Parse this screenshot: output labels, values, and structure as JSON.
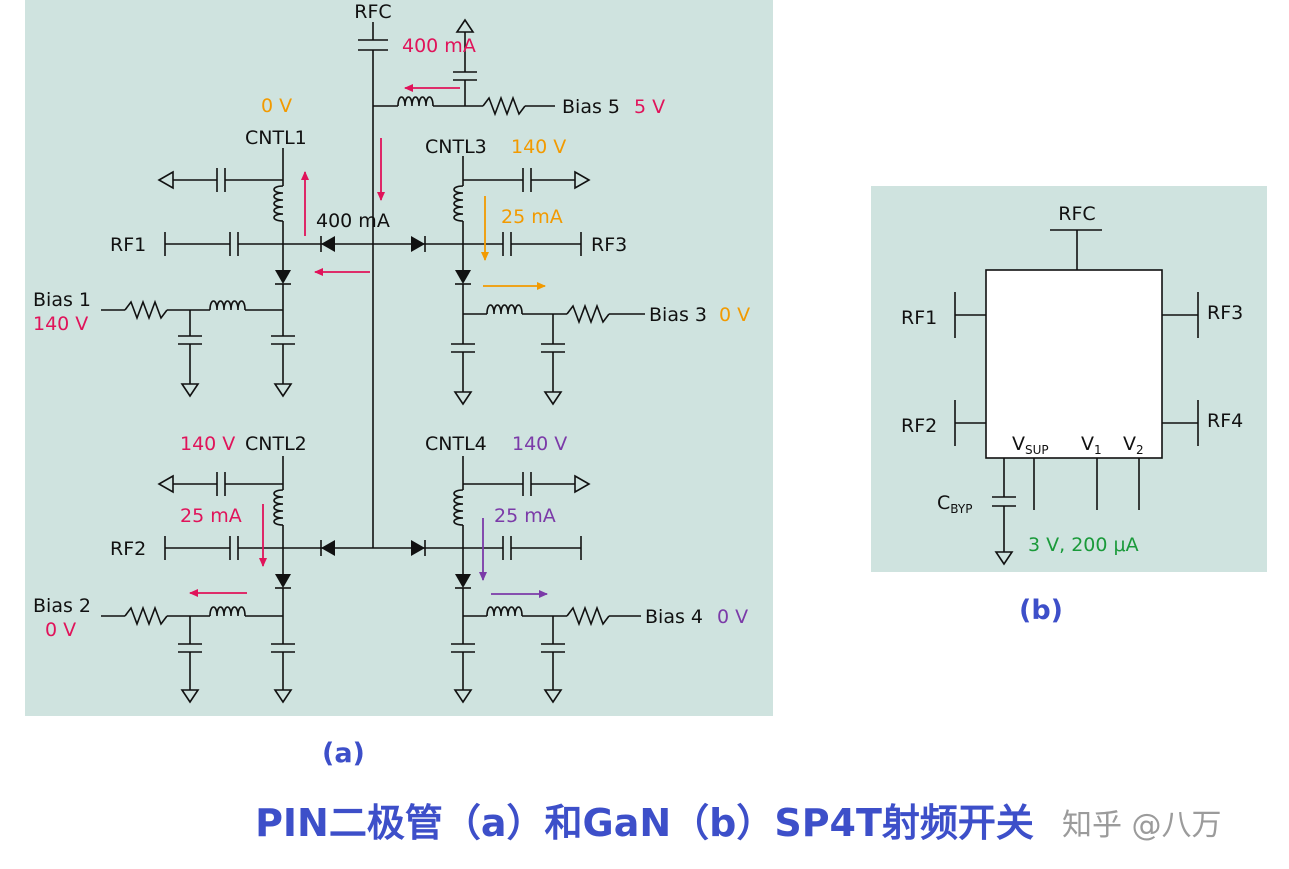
{
  "panel_a": {
    "rfc": "RFC",
    "rfc_current": "400 mA",
    "bias5": "Bias 5",
    "bias5_v": "5 V",
    "cntl1_v": "0 V",
    "cntl1": "CNTL1",
    "cntl3": "CNTL3",
    "cntl3_v": "140 V",
    "center_current": "400 mA",
    "rf3_current": "25 mA",
    "rf1": "RF1",
    "rf3": "RF3",
    "bias1": "Bias 1",
    "bias1_v": "140 V",
    "bias3": "Bias 3",
    "bias3_v": "0 V",
    "cntl2_v": "140 V",
    "cntl2": "CNTL2",
    "cntl4": "CNTL4",
    "cntl4_v": "140 V",
    "rf2_current": "25 mA",
    "rf4_current": "25 mA",
    "rf2": "RF2",
    "bias2": "Bias 2",
    "bias2_v": "0 V",
    "bias4": "Bias 4",
    "bias4_v": "0 V"
  },
  "panel_b": {
    "rfc": "RFC",
    "rf1": "RF1",
    "rf2": "RF2",
    "rf3": "RF3",
    "rf4": "RF4",
    "vsup_main": "V",
    "vsup_sub": "SUP",
    "v1_main": "V",
    "v1_sub": "1",
    "v2_main": "V",
    "v2_sub": "2",
    "cbyp_main": "C",
    "cbyp_sub": "BYP",
    "supply": "3 V, 200 μA"
  },
  "caption_a": "(a)",
  "caption_b": "(b)",
  "title": "PIN二极管（a）和GaN（b）SP4T射频开关",
  "watermark": "知乎 @八万",
  "colors": {
    "panel_bg": "#cfe3df",
    "pink": "#e0135a",
    "orange": "#f29a00",
    "purple": "#7b3aa8",
    "green": "#1a9a3a",
    "title_blue": "#3d4fc9"
  }
}
